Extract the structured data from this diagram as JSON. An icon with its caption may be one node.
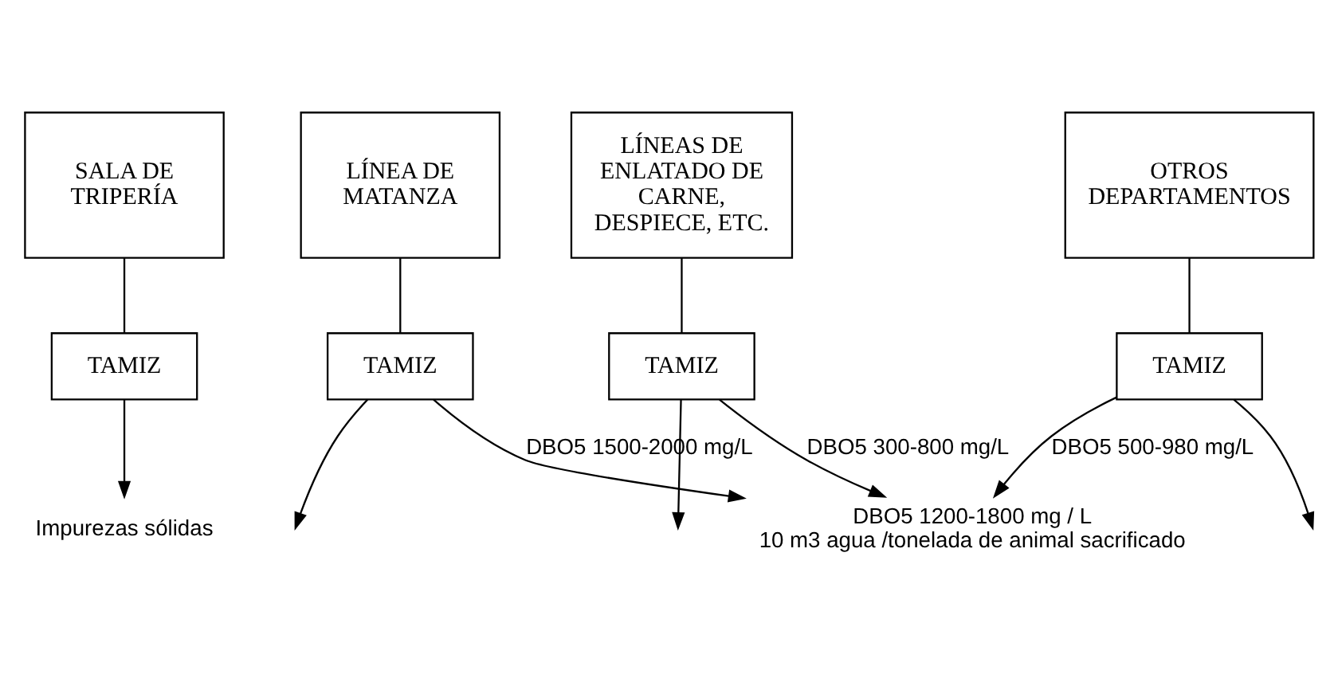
{
  "diagram": {
    "nodes": [
      {
        "text": [
          "SALA DE TRIPERÍA"
        ]
      },
      {
        "text": [
          "LÍNEA DE MATANZA"
        ]
      },
      {
        "text": [
          "LÍNEAS DE ENLATADO DE CARNE, DESPIECE, ETC."
        ]
      },
      {
        "text": [
          "OTROS DEPARTAMENTOS"
        ]
      },
      {
        "text": [
          "TAMIZ"
        ]
      },
      {
        "text": [
          "TAMIZ"
        ]
      },
      {
        "text": [
          "TAMIZ"
        ]
      },
      {
        "text": [
          "TAMIZ"
        ]
      },
      {
        "text": [
          "Impurezas sólidas"
        ]
      },
      {
        "text": [
          "DBO5 1200-1800 mg / L",
          "10 m3 agua /tonelada de animal sacrificado"
        ]
      }
    ],
    "edges": [
      {
        "from": 0,
        "to": 4,
        "arrow": "none"
      },
      {
        "from": 1,
        "to": 5,
        "arrow": "none"
      },
      {
        "from": 2,
        "to": 6,
        "arrow": "none"
      },
      {
        "from": 3,
        "to": 7,
        "arrow": "none"
      },
      {
        "from": 4,
        "to": 8,
        "arrow": "to"
      },
      {
        "from": 5,
        "to": null,
        "arrow": "to"
      },
      {
        "from": 6,
        "to": null,
        "arrow": "to"
      },
      {
        "from": 7,
        "to": null,
        "arrow": "to"
      },
      {
        "from": 5,
        "to": 9,
        "arrow": "to",
        "label": "DBO5 1500-2000 mg/L"
      },
      {
        "from": 6,
        "to": 9,
        "arrow": "to",
        "label": "DBO5 300-800 mg/L"
      },
      {
        "from": 7,
        "to": 9,
        "arrow": "to",
        "label": "DBO5 500-980 mg/L"
      }
    ]
  }
}
